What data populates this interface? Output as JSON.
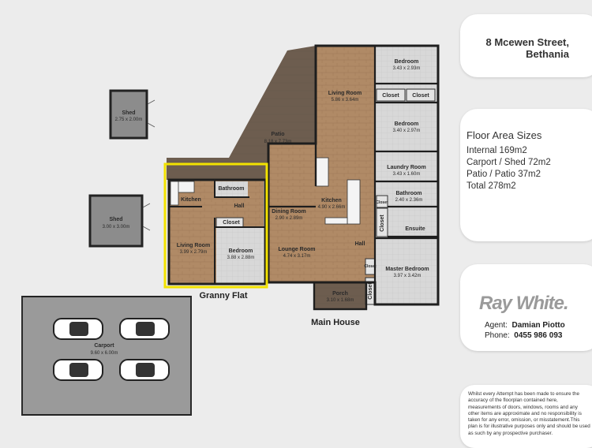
{
  "address": {
    "line1": "8 Mcewen Street,",
    "line2": "Bethania"
  },
  "floor_area": {
    "title": "Floor Area Sizes",
    "lines": [
      "Internal 169m2",
      "Carport / Shed 72m2",
      "Patio / Patio  37m2",
      "Total 278m2"
    ]
  },
  "brand": {
    "logo_text": "Ray White.",
    "logo_color": "#9a9a9a"
  },
  "agent": {
    "agent_label": "Agent:",
    "agent_name": "Damian Piotto",
    "phone_label": "Phone:",
    "phone": "0455 986 093"
  },
  "disclaimer": "Whilst every Attempt has been made to ensure the accuracy of the floorplan contained here,  measurements of doors, windows, rooms and any other items are approximate and no responsibility is taken for any error, omission, or misstatement.This plan is for illustrative purposes only and should be used as such by any prospective purchaser.",
  "section_labels": {
    "granny_flat": "Granny Flat",
    "main_house": "Main House"
  },
  "highlight_color": "#f2e200",
  "rooms": {
    "shed_small": {
      "name": "Shed",
      "dims": "2.75 x 2.00m"
    },
    "shed_large": {
      "name": "Shed",
      "dims": "3.00 x 3.00m"
    },
    "patio": {
      "name": "Patio",
      "dims": "8.18 x 7.73m"
    },
    "carport": {
      "name": "Carport",
      "dims": "9.60 x 6.00m"
    },
    "gf_kitchen": {
      "name": "Kitchen"
    },
    "gf_bathroom": {
      "name": "Bathroom"
    },
    "gf_hall": {
      "name": "Hall"
    },
    "gf_closet": {
      "name": "Closet"
    },
    "gf_living": {
      "name": "Living Room",
      "dims": "3.99 x 2.79m"
    },
    "gf_bedroom": {
      "name": "Bedroom",
      "dims": "3.88 x 2.88m"
    },
    "living_room": {
      "name": "Living Room",
      "dims": "5.86 x 3.64m"
    },
    "kitchen": {
      "name": "Kitchen",
      "dims": "4.90 x 2.66m"
    },
    "dining": {
      "name": "Dining Room",
      "dims": "2.90 x 2.89m"
    },
    "lounge": {
      "name": "Lounge Room",
      "dims": "4.74 x 3.17m"
    },
    "hall": {
      "name": "Hall"
    },
    "porch": {
      "name": "Porch",
      "dims": "3.10 x 1.68m"
    },
    "bedroom1": {
      "name": "Bedroom",
      "dims": "3.43 x 2.93m"
    },
    "closet1": {
      "name": "Closet"
    },
    "closet2": {
      "name": "Closet"
    },
    "bedroom2": {
      "name": "Bedroom",
      "dims": "3.40 x 2.97m"
    },
    "laundry": {
      "name": "Laundry Room",
      "dims": "3.43 x 1.60m"
    },
    "bathroom": {
      "name": "Bathroom",
      "dims": "2.40 x 2.36m"
    },
    "closet3": {
      "name": "Closet"
    },
    "closet4": {
      "name": "Closet"
    },
    "ensuite": {
      "name": "Ensuite"
    },
    "master": {
      "name": "Master Bedroom",
      "dims": "3.97 x 3.42m"
    },
    "closet5": {
      "name": "Closet"
    },
    "closet6": {
      "name": "Closet"
    }
  }
}
